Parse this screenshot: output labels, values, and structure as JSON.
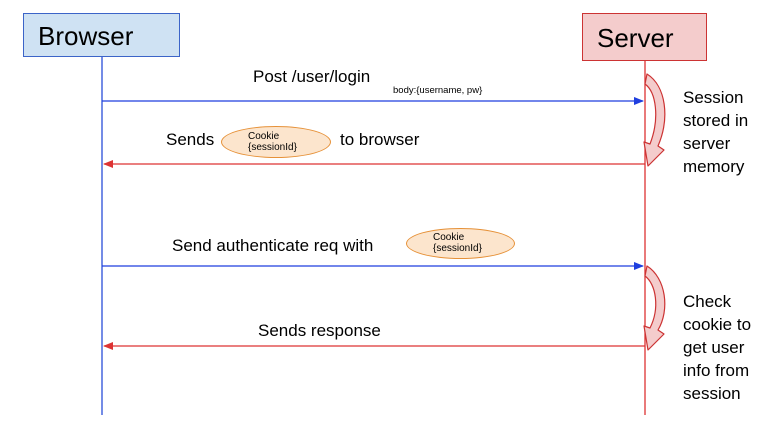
{
  "actors": {
    "browser": "Browser",
    "server": "Server"
  },
  "messages": {
    "login": {
      "label": "Post /user/login",
      "body": "body:{username, pw}"
    },
    "send_cookie": {
      "prefix": "Sends",
      "suffix": "to browser"
    },
    "auth_request": {
      "label": "Send authenticate req with"
    },
    "response": {
      "label": "Sends response"
    }
  },
  "cookie": {
    "line1": "Cookie",
    "line2": "{sessionId}"
  },
  "notes": {
    "session_stored": "Session stored in server memory",
    "check_cookie": "Check cookie to get user info from session"
  },
  "colors": {
    "request_arrow": "#1f3fdf",
    "response_arrow": "#dd3333",
    "lifeline_browser": "#2a4fd8",
    "lifeline_server": "#dd3333",
    "cookie_fill": "#fce5cd",
    "cookie_border": "#e69138",
    "loop_arrow_fill": "#f4cccc",
    "loop_arrow_stroke": "#cc3333"
  }
}
